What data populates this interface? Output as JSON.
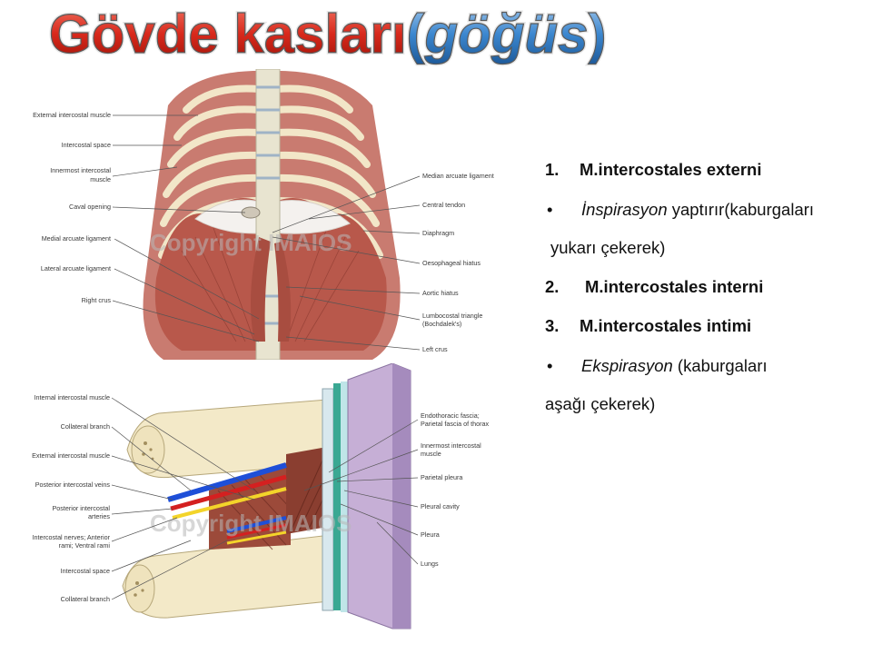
{
  "title": {
    "main": "Gövde kasları",
    "paren_open": "(",
    "italic": "göğüs",
    "paren_close": ")"
  },
  "top_diagram": {
    "left_labels": [
      "External intercostal muscle",
      "Intercostal space",
      "Innermost intercostal",
      "muscle",
      "Caval opening",
      "Medial arcuate ligament",
      "Lateral arcuate ligament",
      "Right crus"
    ],
    "right_labels": [
      "Median arcuate ligament",
      "Central tendon",
      "Diaphragm",
      "Oesophageal hiatus",
      "Aortic hiatus",
      "Lumbocostal triangle",
      "(Bochdalek's)",
      "Left crus"
    ],
    "watermark": "Copyright IMAIOS"
  },
  "bottom_diagram": {
    "left_labels": [
      "Internal intercostal muscle",
      "Collateral branch",
      "External intercostal muscle",
      "Posterior intercostal veins",
      "Posterior intercostal",
      "arteries",
      "Intercostal nerves; Anterior",
      "rami; Ventral rami",
      "Intercostal space",
      "Collateral branch"
    ],
    "right_labels": [
      "Endothoracic fascia;",
      "Parietal fascia of thorax",
      "Innermost intercostal",
      "muscle",
      "Parietal pleura",
      "Pleural cavity",
      "Pleura",
      "Lungs"
    ],
    "watermark": "Copyright IMAIOS"
  },
  "bullets": {
    "item1_num": "1.",
    "item1_text": "M.intercostales externi",
    "item1_sub_italic": "İnspirasyon",
    "item1_sub_rest": " yaptırır(kaburgaları",
    "item1_sub_cont": "yukarı çekerek)",
    "item2_num": "2.",
    "item2_text": "M.intercostales interni",
    "item3_num": "3.",
    "item3_text": "M.intercostales intimi",
    "item3_sub_italic": "Ekspirasyon",
    "item3_sub_rest": " (kaburgaları",
    "item3_sub_cont": "aşağı çekerek)",
    "bullet_glyph": "•"
  }
}
